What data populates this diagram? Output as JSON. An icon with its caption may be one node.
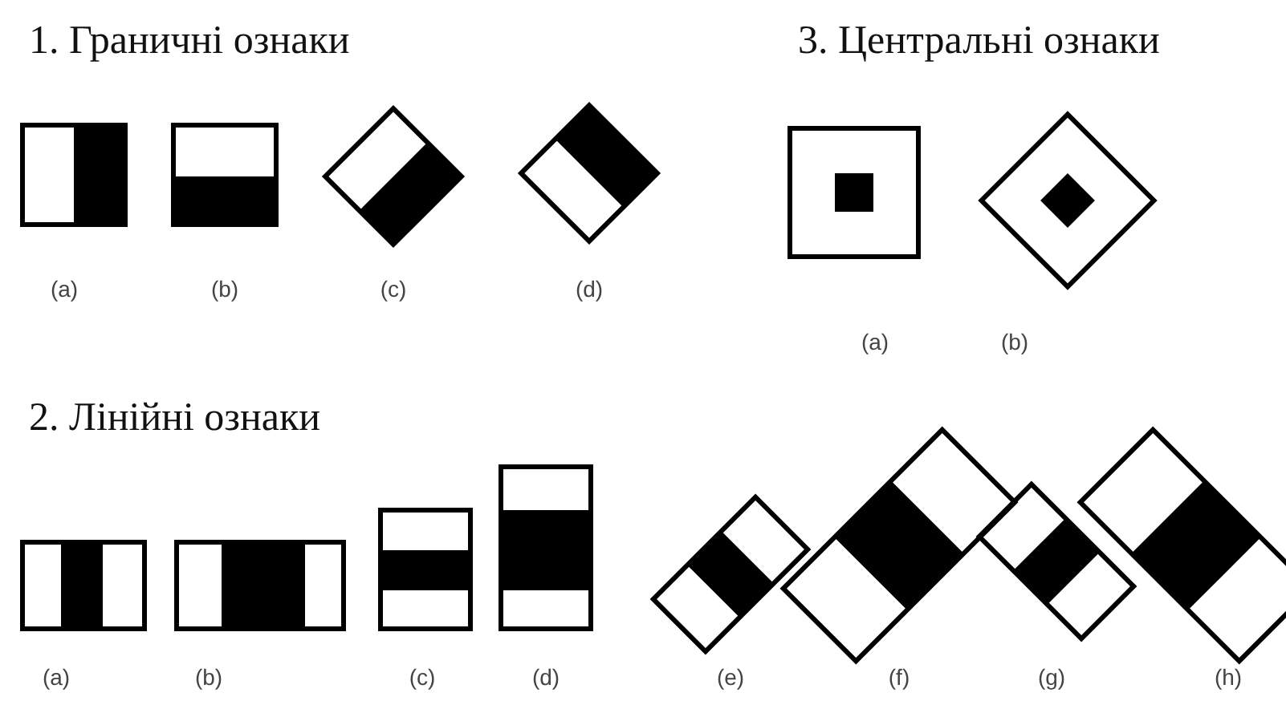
{
  "diagram": {
    "labels": [
      "1. Граничні ознаки",
      "3. Центральні ознаки",
      "(a)",
      "(b)",
      "(c)",
      "(d)",
      "(a)",
      "(b)",
      "2. Лінійні ознаки",
      "(a)",
      "(b)",
      "(c)",
      "(d)",
      "(e)",
      "(f)",
      "(g)",
      "(h)"
    ]
  }
}
